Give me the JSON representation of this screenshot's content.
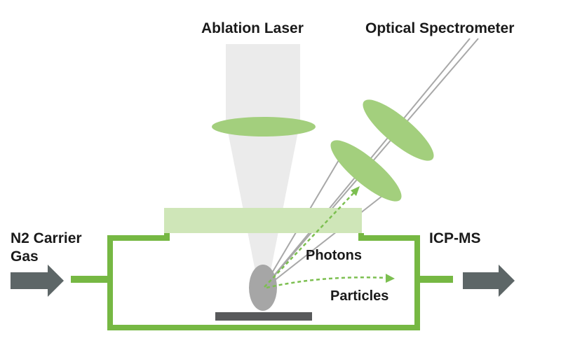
{
  "labels": {
    "ablation_laser": "Ablation Laser",
    "optical_spectrometer": "Optical Spectrometer",
    "carrier_gas_line1": "N2 Carrier",
    "carrier_gas_line2": "Gas",
    "icp_ms": "ICP-MS",
    "photons": "Photons",
    "particles": "Particles"
  },
  "colors": {
    "chamber_green": "#76b843",
    "lens_green": "#a3cf7d",
    "window_green": "#cfe6b8",
    "dashed_green": "#7cbf50",
    "laser_beam": "#ebebeb",
    "light_gray": "#dcdcdc",
    "spectrometer_lines": "#a8a8a8",
    "sample": "#a6a6a6",
    "stage": "#58595b",
    "arrow": "#5d6667",
    "text": "#1a1a1a"
  },
  "icons": {
    "inlet_arrow": "arrow-right-icon",
    "outlet_arrow": "arrow-right-icon"
  }
}
